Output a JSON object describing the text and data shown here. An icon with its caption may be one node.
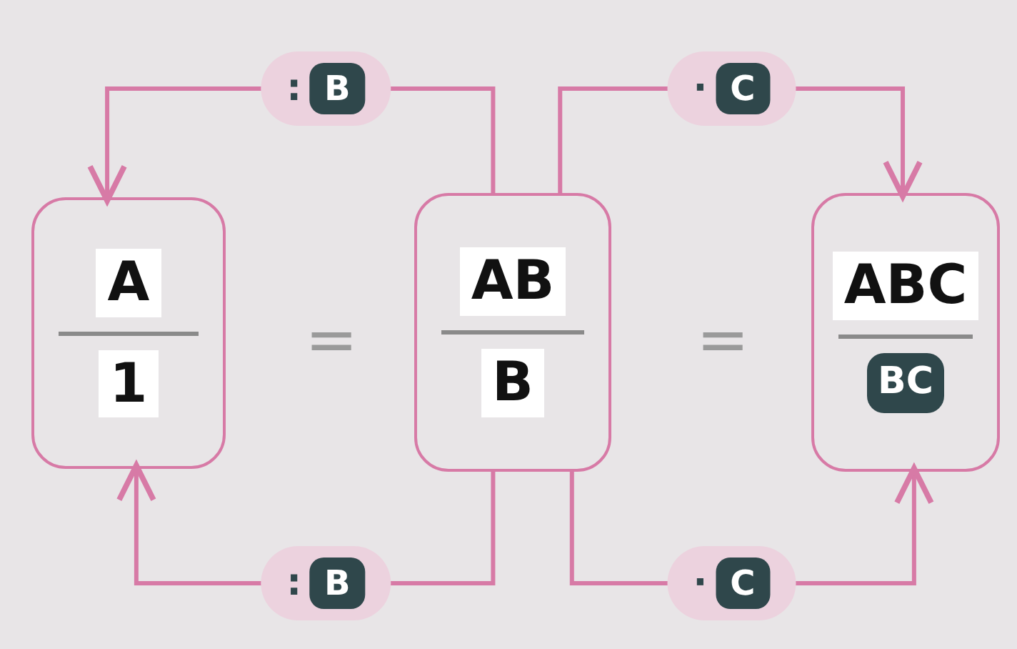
{
  "diagram": {
    "nodes": [
      {
        "text": [
          "A",
          "1"
        ]
      },
      {
        "text": [
          "AB",
          "B"
        ]
      },
      {
        "text": [
          "ABC",
          "BC"
        ]
      }
    ],
    "edges": [
      {
        "from": 1,
        "to": 0,
        "arrow": "to",
        "label": ": B"
      },
      {
        "from": 1,
        "to": 2,
        "arrow": "to",
        "label": "· C"
      },
      {
        "from": 1,
        "to": 0,
        "arrow": "to",
        "label": ": B"
      },
      {
        "from": 1,
        "to": 2,
        "arrow": "to",
        "label": "· C"
      }
    ],
    "labels": [
      "=",
      "="
    ]
  }
}
